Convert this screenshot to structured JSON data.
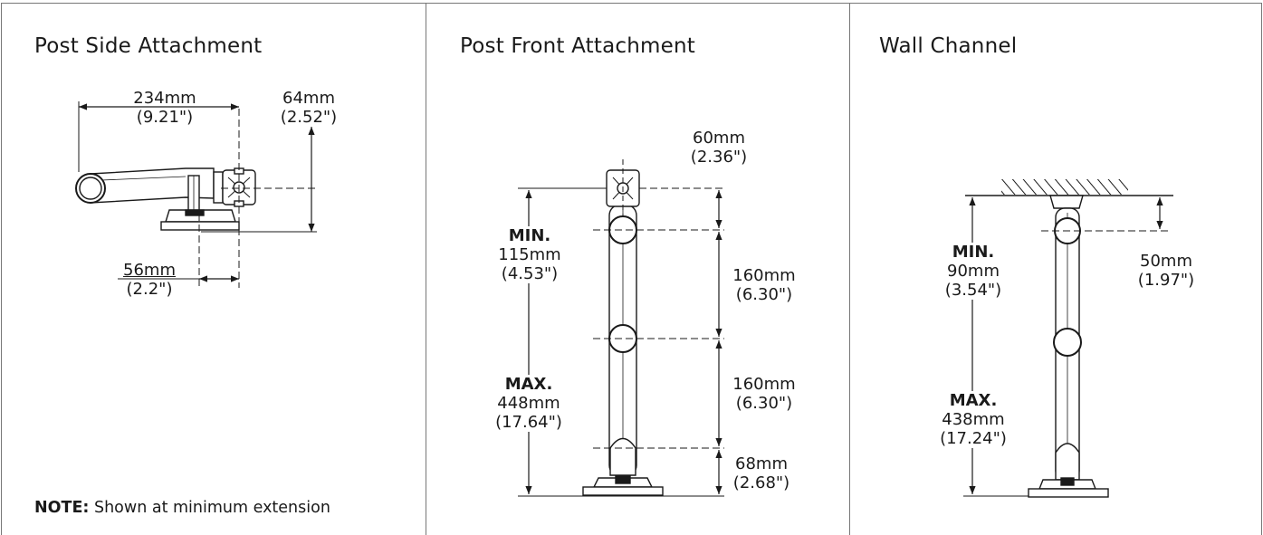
{
  "panels": [
    {
      "title": "Post Side Attachment"
    },
    {
      "title": "Post Front Attachment"
    },
    {
      "title": "Wall Channel"
    }
  ],
  "side": {
    "width_mm": "234mm",
    "width_in": "(9.21\")",
    "height_mm": "64mm",
    "height_in": "(2.52\")",
    "offset_mm": "56mm",
    "offset_in": "(2.2\")"
  },
  "front": {
    "top_mm": "60mm",
    "top_in": "(2.36\")",
    "min_label": "MIN.",
    "min_mm": "115mm",
    "min_in": "(4.53\")",
    "max_label": "MAX.",
    "max_mm": "448mm",
    "max_in": "(17.64\")",
    "seg1_mm": "160mm",
    "seg1_in": "(6.30\")",
    "seg2_mm": "160mm",
    "seg2_in": "(6.30\")",
    "base_mm": "68mm",
    "base_in": "(2.68\")"
  },
  "wall": {
    "min_label": "MIN.",
    "min_mm": "90mm",
    "min_in": "(3.54\")",
    "max_label": "MAX.",
    "max_mm": "438mm",
    "max_in": "(17.24\")",
    "top_mm": "50mm",
    "top_in": "(1.97\")"
  },
  "note": {
    "label": "NOTE:",
    "text": " Shown at minimum extension"
  }
}
